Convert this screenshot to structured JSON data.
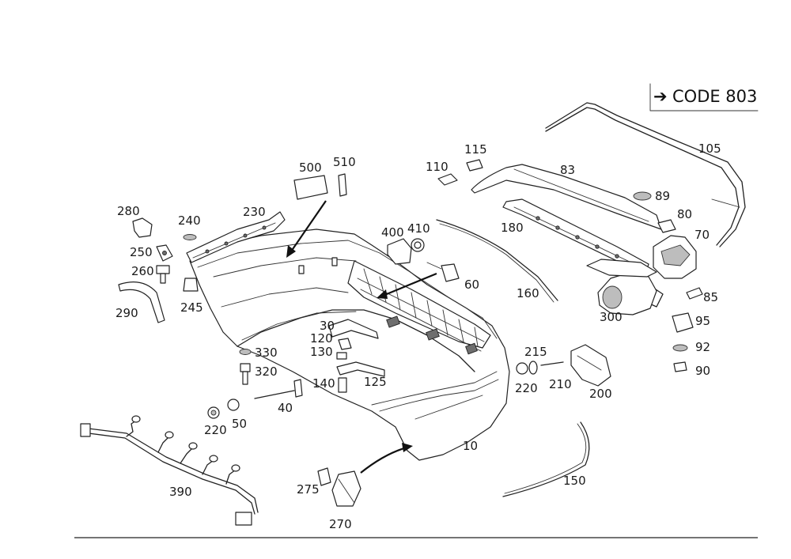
{
  "code_box": {
    "arrow": "➔",
    "text": "CODE 803"
  },
  "labels": {
    "p10": "10",
    "p30": "30",
    "p40": "40",
    "p50": "50",
    "p60": "60",
    "p70": "70",
    "p80": "80",
    "p83": "83",
    "p85": "85",
    "p89": "89",
    "p90": "90",
    "p92": "92",
    "p95": "95",
    "p105": "105",
    "p110": "110",
    "p115": "115",
    "p120": "120",
    "p125": "125",
    "p130": "130",
    "p140": "140",
    "p150": "150",
    "p160": "160",
    "p180": "180",
    "p200": "200",
    "p210": "210",
    "p215": "215",
    "p220a": "220",
    "p220b": "220",
    "p230": "230",
    "p240": "240",
    "p245": "245",
    "p250": "250",
    "p260": "260",
    "p270": "270",
    "p275": "275",
    "p280": "280",
    "p290": "290",
    "p300": "300",
    "p320": "320",
    "p330": "330",
    "p390": "390",
    "p400": "400",
    "p410": "410",
    "p500": "500",
    "p510": "510"
  }
}
